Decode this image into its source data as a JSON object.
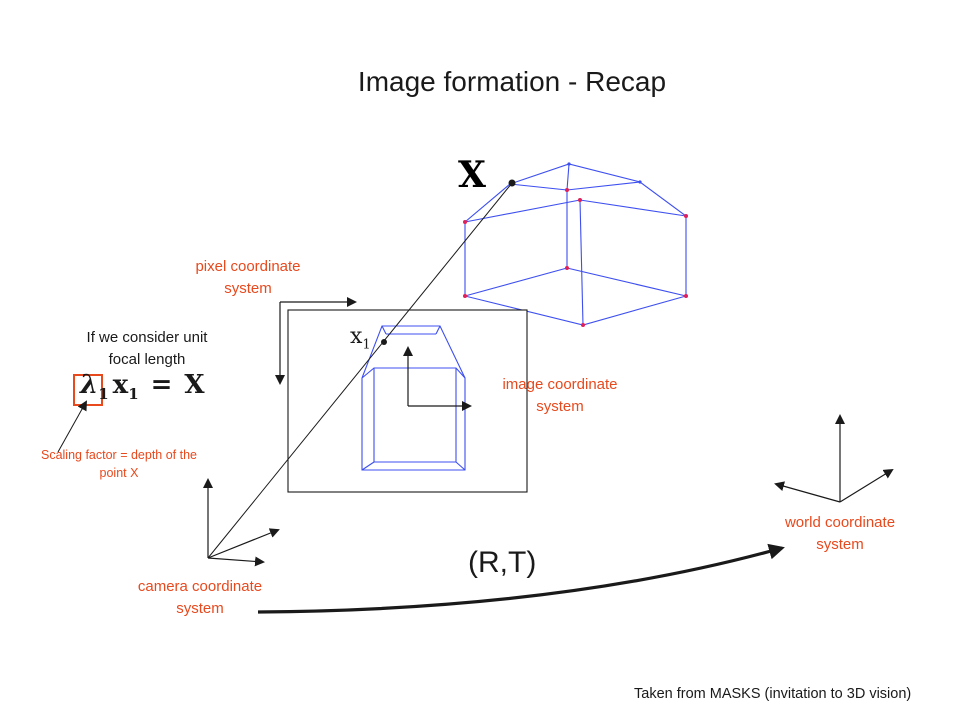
{
  "title": "Image formation - Recap",
  "labels": {
    "pixel_coordinate_system": [
      "pixel coordinate",
      "system"
    ],
    "image_coordinate_system": [
      "image coordinate",
      "system"
    ],
    "camera_coordinate_system": [
      "camera coordinate",
      "system"
    ],
    "world_coordinate_system": [
      "world coordinate",
      "system"
    ],
    "unit_focal_note": [
      "If we consider unit",
      "focal length"
    ],
    "scaling_factor_note": [
      "Scaling factor = depth of the",
      "point X"
    ],
    "transform": "(R,T)",
    "point_X": "X",
    "point_x1": "x",
    "point_x1_sub": "1",
    "credit": "Taken from MASKS (invitation to 3D vision)"
  },
  "equation": {
    "lambda": "λ",
    "lambda_sub": "1",
    "x": "x",
    "x_sub": "1",
    "equals": "=",
    "rhs": "X"
  },
  "colors": {
    "accent": "#e8491d",
    "text": "#1a1a1a",
    "box_edges": "#3d4ff0",
    "box_vertices": "#e0205a"
  }
}
